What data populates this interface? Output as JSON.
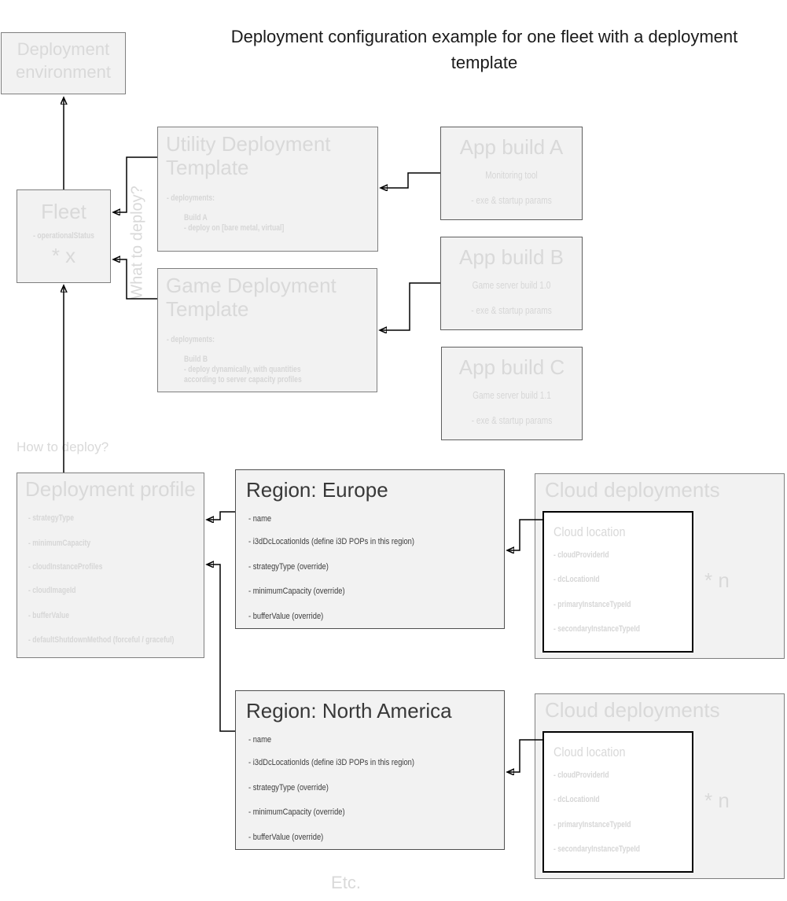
{
  "title": "Deployment configuration example for one fleet with a deployment template",
  "labels": {
    "what_to_deploy": "What to deploy?",
    "how_to_deploy": "How to deploy?",
    "etc": "Etc."
  },
  "colors": {
    "box_fill": "#f2f2f2",
    "muted_text": "#d9d9d9",
    "dark_text": "#3d3d3d",
    "connector": "#000000"
  },
  "boxes": {
    "deployment_environment": {
      "title": "Deployment environment"
    },
    "fleet": {
      "title": "Fleet",
      "items": [
        "- operationalStatus"
      ],
      "multiplicity": "* x"
    },
    "utility_template": {
      "title": "Utility Deployment Template",
      "items": [
        "- deployments:",
        "Build A",
        "- deploy on [bare metal, virtual]"
      ]
    },
    "game_template": {
      "title": "Game Deployment Template",
      "items": [
        "- deployments:",
        "Build B",
        "- deploy dynamically, with quantities",
        "according to server capacity profiles"
      ]
    },
    "app_build_a": {
      "title": "App build A",
      "subtitle": "Monitoring tool",
      "params": "- exe & startup params"
    },
    "app_build_b": {
      "title": "App build B",
      "subtitle": "Game server build 1.0",
      "params": "- exe & startup params"
    },
    "app_build_c": {
      "title": "App build C",
      "subtitle": "Game server build 1.1",
      "params": "- exe & startup params"
    },
    "deployment_profile": {
      "title": "Deployment profile",
      "items": [
        "- strategyType",
        "- minimumCapacity",
        "- cloudInstanceProfiles",
        "- cloudImageId",
        "- bufferValue",
        "- defaultShutdownMethod (forceful / graceful)"
      ]
    },
    "region_europe": {
      "title": "Region: Europe",
      "items": [
        "- name",
        "- i3dDcLocationIds (define i3D POPs in this region)",
        "- strategyType (override)",
        "- minimumCapacity (override)",
        "- bufferValue (override)"
      ]
    },
    "region_north_america": {
      "title": "Region: North America",
      "items": [
        "- name",
        "- i3dDcLocationIds (define i3D POPs in this region)",
        "- strategyType (override)",
        "- minimumCapacity (override)",
        "- bufferValue (override)"
      ]
    },
    "cloud_deployments_top": {
      "title": "Cloud deployments",
      "multiplicity": "* n",
      "location": {
        "title": "Cloud location",
        "items": [
          "- cloudProviderId",
          "- dcLocationId",
          "- primaryInstanceTypeId",
          "- secondaryInstanceTypeId"
        ]
      }
    },
    "cloud_deployments_bottom": {
      "title": "Cloud deployments",
      "multiplicity": "* n",
      "location": {
        "title": "Cloud location",
        "items": [
          "- cloudProviderId",
          "- dcLocationId",
          "- primaryInstanceTypeId",
          "- secondaryInstanceTypeId"
        ]
      }
    }
  }
}
